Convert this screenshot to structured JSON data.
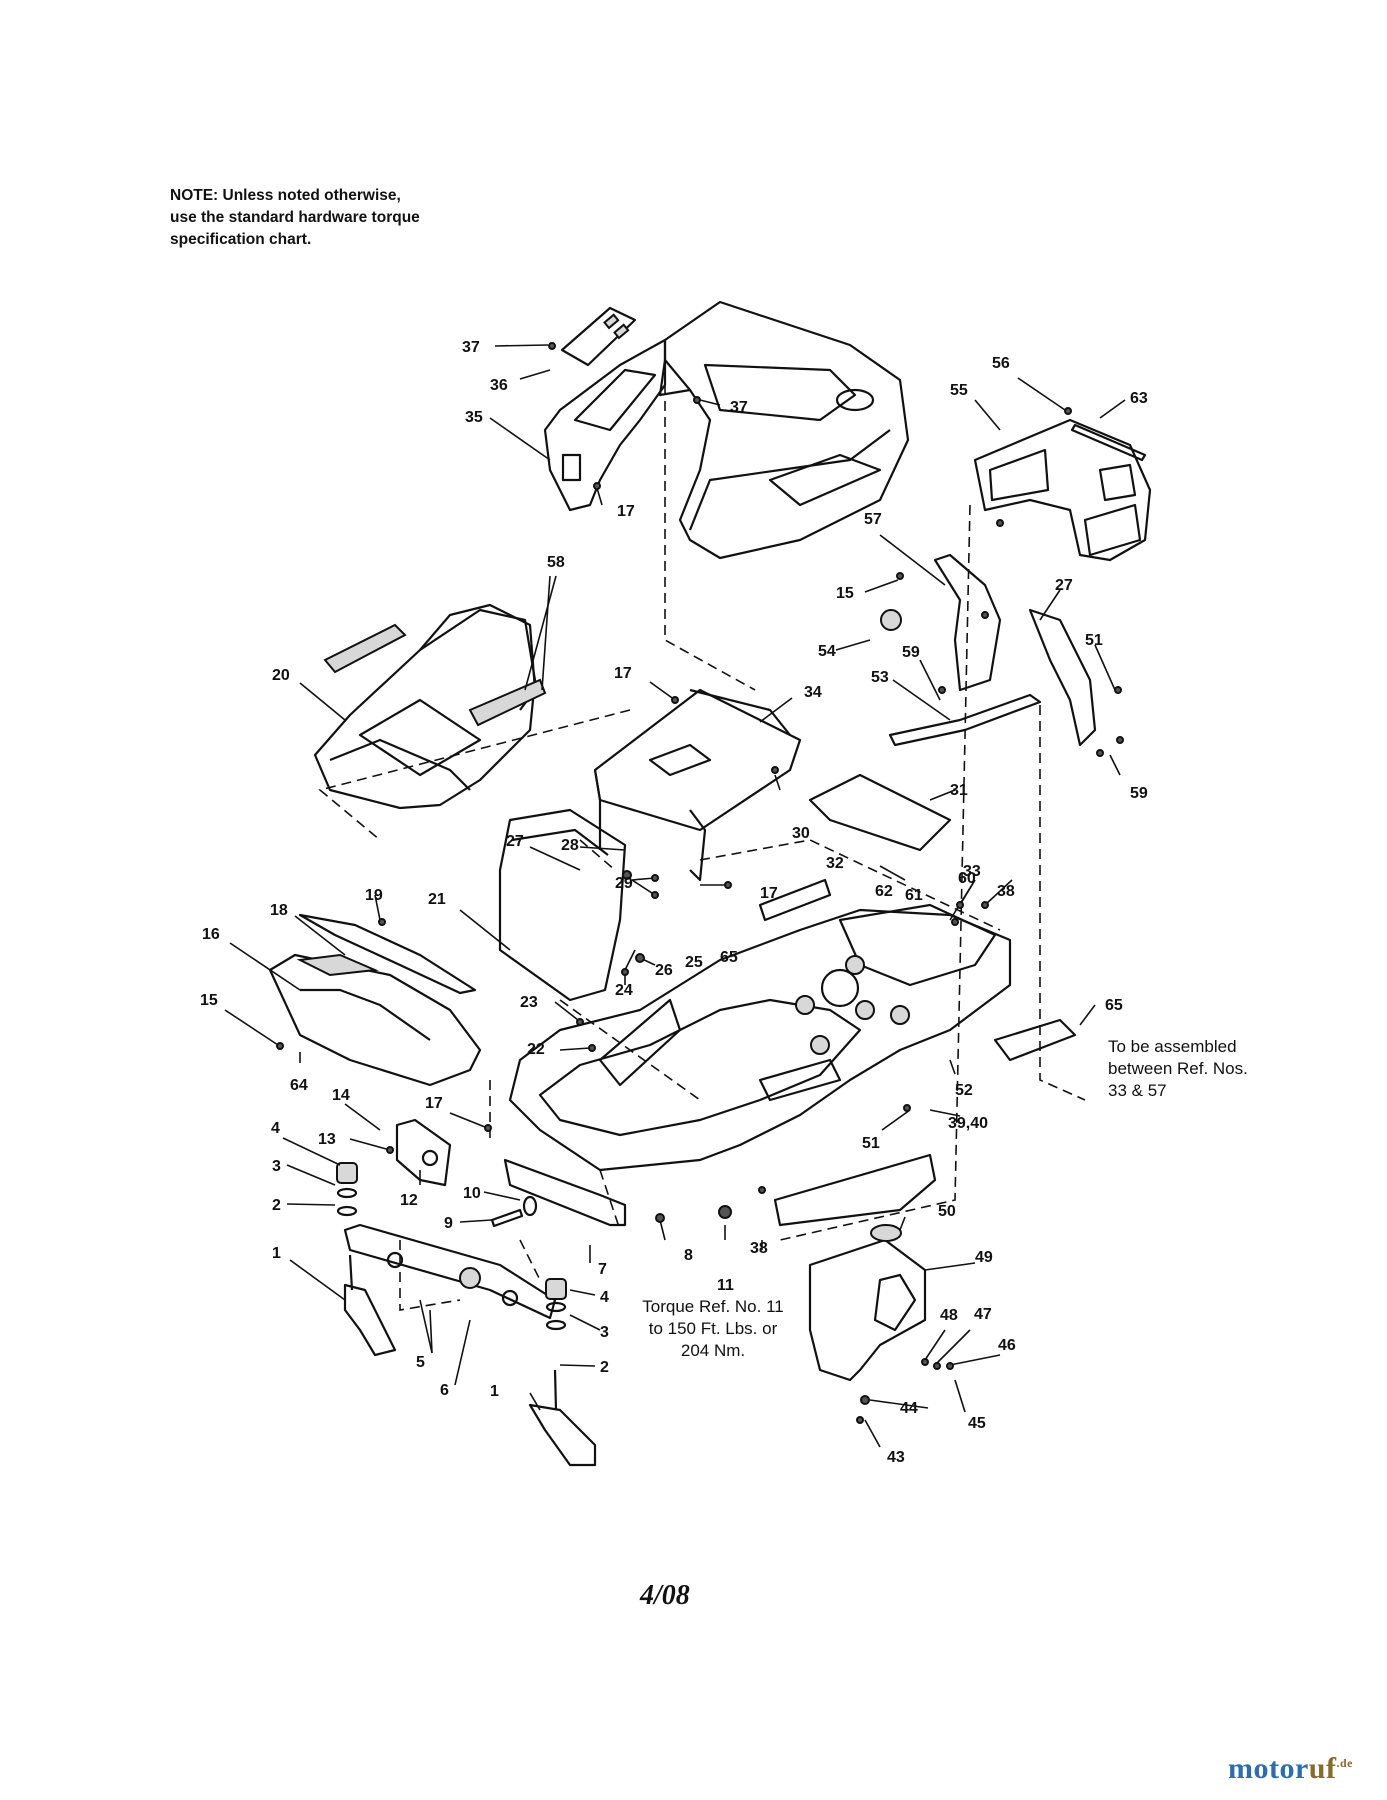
{
  "note": {
    "line1": "NOTE: Unless noted otherwise,",
    "line2": "use the standard hardware torque",
    "line3": "specification chart."
  },
  "side_note": {
    "line1": "To be assembled",
    "line2": "between Ref. Nos.",
    "line3": "33 & 57"
  },
  "torque_note": {
    "line1": "Torque Ref. No. 11",
    "line2": "to 150 Ft. Lbs. or",
    "line3": "204 Nm."
  },
  "date": "4/08",
  "brand": {
    "motor": "motor",
    "uf": "uf",
    "suffix": ".de",
    "motor_color": "#2a6db5",
    "uf_color": "#8a6a2a"
  },
  "callouts": [
    "37",
    "36",
    "37",
    "35",
    "17",
    "56",
    "63",
    "55",
    "58",
    "20",
    "57",
    "15",
    "27",
    "54",
    "59",
    "51",
    "53",
    "17",
    "34",
    "59",
    "31",
    "27",
    "28",
    "30",
    "32",
    "29",
    "17",
    "60",
    "38",
    "62",
    "61",
    "33",
    "19",
    "21",
    "26",
    "18",
    "25",
    "65",
    "16",
    "23",
    "24",
    "15",
    "65",
    "22",
    "64",
    "52",
    "14",
    "17",
    "39,40",
    "51",
    "4",
    "13",
    "12",
    "10",
    "3",
    "2",
    "9",
    "50",
    "8",
    "11",
    "38",
    "7",
    "1",
    "4",
    "49",
    "3",
    "5",
    "48",
    "47",
    "6",
    "2",
    "46",
    "1",
    "44",
    "45",
    "43"
  ]
}
